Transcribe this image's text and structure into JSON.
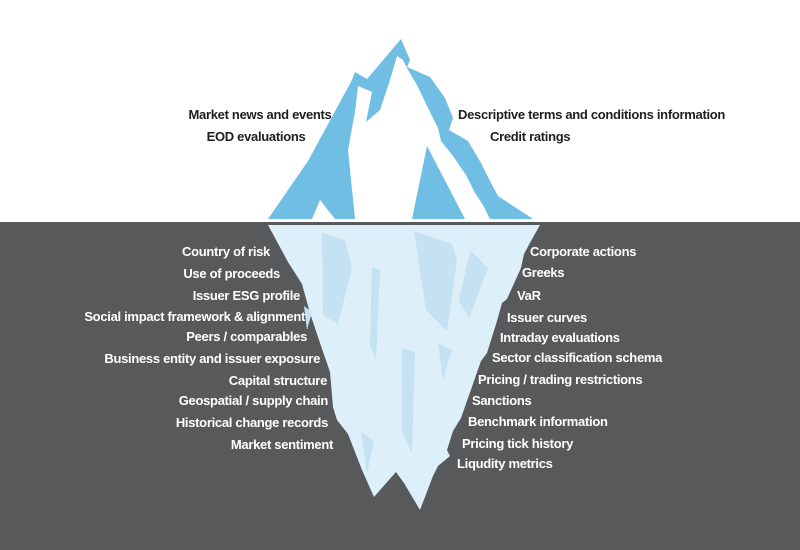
{
  "colors": {
    "surface_bg": "#FFFFFF",
    "water_bg": "#58595B",
    "iceberg_tip": "#70BEE4",
    "iceberg_body": "#DDEFF8",
    "iceberg_facet": "#C4E2F2",
    "text_dark": "#1E1F21",
    "text_light": "#FFFFFF"
  },
  "above_water": {
    "left": [
      "Market news and events",
      "EOD evaluations"
    ],
    "right": [
      "Descriptive terms and conditions information",
      "Credit ratings"
    ]
  },
  "below_water": {
    "left": [
      "Country of risk",
      "Use of proceeds",
      "Issuer ESG profile",
      "Social impact framework & alignment",
      "Peers / comparables",
      "Business entity and issuer exposure",
      "Capital structure",
      "Geospatial / supply chain",
      "Historical change records",
      "Market sentiment"
    ],
    "right": [
      "Corporate actions",
      "Greeks",
      "VaR",
      "Issuer curves",
      "Intraday evaluations",
      "Sector classification schema",
      "Pricing / trading restrictions",
      "Sanctions",
      "Benchmark information",
      "Pricing tick history",
      "Liqudity metrics"
    ]
  }
}
